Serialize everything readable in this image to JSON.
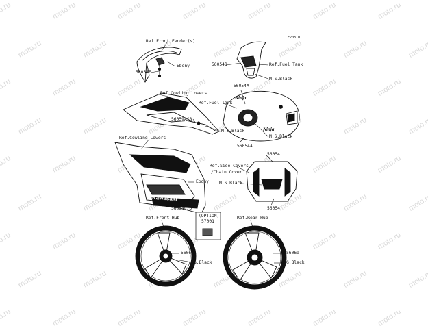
{
  "watermark": "moto.ru",
  "fig_code": "F2081D",
  "labels": {
    "front_fender_ref": "Ref.Front Fender(s)",
    "ebony_1": "Ebony",
    "p56054e": "56054E",
    "p56054b": "56054B",
    "fuel_tank_ref_1": "Ref.Fuel Tank",
    "ms_black_1": "M.S.Black",
    "cowling_lowers_ref_1": "Ref.Cowling Lowers",
    "p56054a_top": "56054A",
    "fuel_tank_ref_2": "Ref.Fuel Tank",
    "p56059ab": "56059A/B",
    "ms_black_2": "M.S.Black",
    "ms_black_3": "M.S.Black",
    "p56054a_bottom": "56054A",
    "cowling_lowers_ref_2": "Ref.Cowling Lowers",
    "p56054_top": "56054",
    "side_covers_ref": "Ref.Side Covers",
    "chain_cover": "/Chain Cover",
    "ebony_2": "Ebony",
    "ms_black_4": "M.S.Black",
    "p56054cd": "56054C/D",
    "p56054_bottom": "56054",
    "front_hub_ref": "Ref.Front Hub",
    "option": "(OPTION)",
    "p57001": "57001",
    "rear_hub_ref": "Ref.Rear Hub",
    "p56069_left": "56069",
    "g_black_left": "G.Black",
    "p56069_right": "56069",
    "g_black_right": "G.Black"
  },
  "decal_text": {
    "cowl_logo": "Kawasaki",
    "tank_logo_1": "Ninja",
    "tank_logo_2": "Ninja"
  }
}
